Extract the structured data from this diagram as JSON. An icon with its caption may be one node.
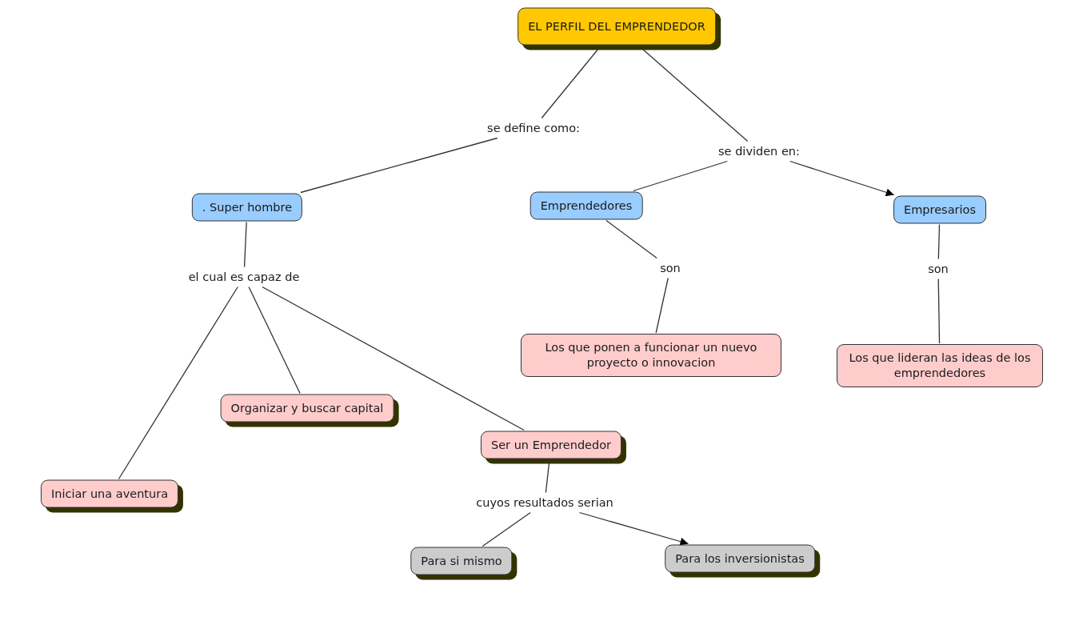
{
  "diagram": {
    "nodes": [
      {
        "text": [
          "EL PERFIL DEL EMPRENDEDOR"
        ]
      },
      {
        "text": [
          "se define como:"
        ]
      },
      {
        "text": [
          "se dividen en:"
        ]
      },
      {
        "text": [
          ". Super hombre"
        ]
      },
      {
        "text": [
          "Emprendedores"
        ]
      },
      {
        "text": [
          "Empresarios"
        ]
      },
      {
        "text": [
          "el cual es capaz de"
        ]
      },
      {
        "text": [
          "son"
        ]
      },
      {
        "text": [
          "son"
        ]
      },
      {
        "text": [
          "Los que ponen a funcionar un nuevo proyecto o innovacion"
        ]
      },
      {
        "text": [
          "Los que lideran las ideas de los emprendedores"
        ]
      },
      {
        "text": [
          "Organizar y buscar capital"
        ]
      },
      {
        "text": [
          "Ser un Emprendedor"
        ]
      },
      {
        "text": [
          "Iniciar una aventura"
        ]
      },
      {
        "text": [
          "cuyos resultados serian"
        ]
      },
      {
        "text": [
          "Para si mismo"
        ]
      },
      {
        "text": [
          "Para los inversionistas"
        ]
      }
    ],
    "edges": [
      {
        "from": 0,
        "to": 1,
        "arrow": "none"
      },
      {
        "from": 1,
        "to": 3,
        "arrow": "none"
      },
      {
        "from": 0,
        "to": 2,
        "arrow": "none"
      },
      {
        "from": 2,
        "to": 4,
        "arrow": "none"
      },
      {
        "from": 2,
        "to": 5,
        "arrow": "to"
      },
      {
        "from": 3,
        "to": 6,
        "arrow": "none"
      },
      {
        "from": 4,
        "to": 7,
        "arrow": "none"
      },
      {
        "from": 7,
        "to": 9,
        "arrow": "none"
      },
      {
        "from": 5,
        "to": 8,
        "arrow": "none"
      },
      {
        "from": 8,
        "to": 10,
        "arrow": "none"
      },
      {
        "from": 6,
        "to": 13,
        "arrow": "none"
      },
      {
        "from": 6,
        "to": 11,
        "arrow": "none"
      },
      {
        "from": 6,
        "to": 12,
        "arrow": "none"
      },
      {
        "from": 12,
        "to": 14,
        "arrow": "none"
      },
      {
        "from": 14,
        "to": 15,
        "arrow": "none"
      },
      {
        "from": 14,
        "to": 16,
        "arrow": "to"
      }
    ]
  }
}
